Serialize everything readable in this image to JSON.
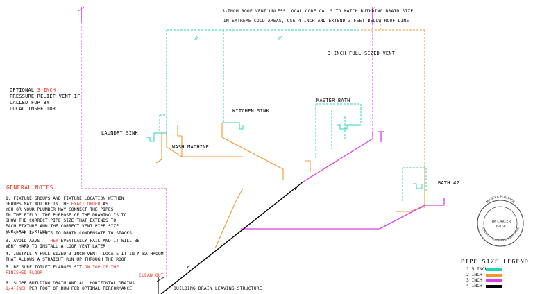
{
  "colors": {
    "pipe_1_5": "#29d3bb",
    "pipe_2": "#f0982c",
    "pipe_3": "#d93ee8",
    "pipe_4": "#000000",
    "note_red": "#e8311f"
  },
  "header": {
    "line1": "3-INCH ROOF VENT UNLESS LOCAL CODE CALLS TO MATCH BUILDING DRAIN SIZE",
    "line2": "IN EXTREME COLD AREAS, USE 4-INCH AND EXTEND 3 FEET BELOW ROOF LINE"
  },
  "labels": {
    "full_vent": "3-INCH FULL-SIZED VENT",
    "relief_l1_pre": "OPTIONAL ",
    "relief_l1_red": "3-INCH",
    "relief_l2": "PRESSURE RELIEF VENT IF",
    "relief_l3": "CALLED FOR BY",
    "relief_l4": "LOCAL INSPECTOR",
    "kitchen_sink": "KITCHEN SINK",
    "master_bath": "MASTER BATH",
    "laundry_sink": "LAUNDRY SINK",
    "wash_machine": "WASH MACHINE",
    "bath2": "BATH #2",
    "clean_out": "CLEAN OUT",
    "building_drain": "BUILDING DRAIN LEAVING STRUCTURE"
  },
  "notes": {
    "title": "GENERAL NOTES:",
    "n1_a": "1. FIXTURE GROUPS AND FIXTURE LOCATION WITHIN",
    "n1_b_pre": "GROUPS MAY NOT BE IN THE ",
    "n1_b_red": "EXACT ORDER",
    "n1_b_post": " AS",
    "n1_c": "YOU OR YOUR PLUMBER MAY CONNECT THE PIPES",
    "n1_d": "IN THE FIELD. THE PURPOSE OF THE DRAWING IS TO",
    "n1_e": "SHOW THE CORRECT PIPE SIZE THAT EXTENDS TO",
    "n1_f": "EACH FIXTURE AND THE CORRECT VENT PIPE SIZE",
    "n1_g": "FOR EACH FIXTURE.",
    "n2": "2. SLOPE ALL VENTS TO DRAIN CONDENSATE TO STACKS",
    "n3_a_pre": "3. AVOID AAVS - ",
    "n3_a_red": "THEY",
    "n3_a_post": " EVENTUALLY FAIL AND IT WILL BE",
    "n3_b": "VERY HARD TO INSTALL A LOOP VENT LATER",
    "n4_a": "4. INSTALL A FULL-SIZED 3-INCH VENT. LOCATE IT IN A BATHROOM",
    "n4_b": "THAT ALLOWS A STRAIGHT RUN UP THROUGH THE ROOF",
    "n5_a_pre": "5. BE SURE TOILET FLANGES SIT ",
    "n5_a_red": "ON TOP OF THE",
    "n5_b_red": "FINISHED FLOOR",
    "n6_a": "6. SLOPE BUILDING DRAIN AND ALL HORIZONTAL DRAINS",
    "n6_b_red": "1/4-INCH",
    "n6_b_post": " PER FOOT OF RUN FOR OPTIMAL PERFORMANCE"
  },
  "legend": {
    "title": "PIPE SIZE LEGEND",
    "rows": [
      {
        "label": "1.5 INCH",
        "color": "#29d3bb"
      },
      {
        "label": "2 INCH",
        "color": "#f0982c"
      },
      {
        "label": "3 INCH",
        "color": "#d93ee8"
      },
      {
        "label": "4 INCH",
        "color": "#000000"
      }
    ]
  },
  "seal": {
    "top": "MASTER PLUMBER",
    "name": "TIM CARTER",
    "number": "#3166",
    "bottom": "STATE OF OHIO & NEW HAMPSHIRE"
  }
}
